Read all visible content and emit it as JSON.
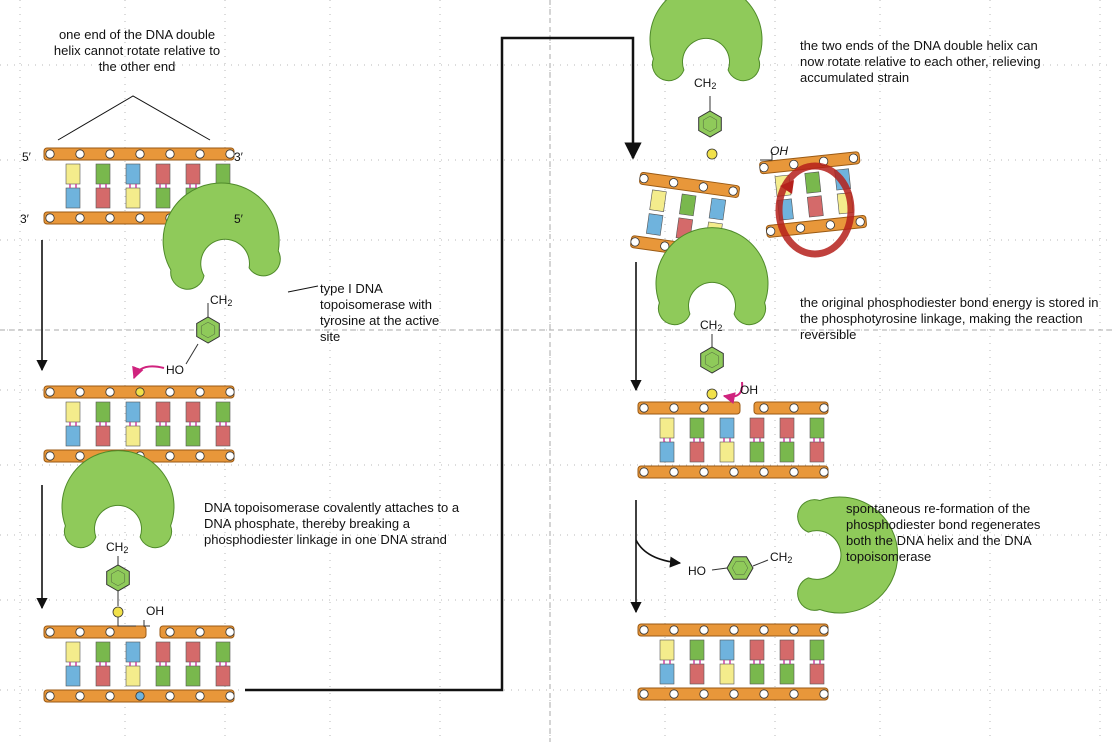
{
  "captions": {
    "step1": "one end of the DNA double helix cannot rotate relative to the other end",
    "enzyme": "type I DNA topoisomerase with tyrosine at the active site",
    "step3": "DNA topoisomerase covalently attaches to a DNA phosphate, thereby breaking a phosphodiester linkage in one DNA strand",
    "step4": "the two ends of the DNA double helix can now rotate relative to each other, relieving accumulated strain",
    "step5": "the original phosphodiester bond energy is stored in the phosphotyrosine linkage, making the reaction reversible",
    "step6": "spontaneous re-formation of the phosphodiester bond regenerates both the DNA helix and the DNA topoisomerase"
  },
  "strand_ends": {
    "five_prime": "5′",
    "three_prime": "3′"
  },
  "chem": {
    "ch2": "CH",
    "ch2_sub": "2",
    "ho": "HO",
    "oh": "OH"
  },
  "colors": {
    "backbone": "#e8973a",
    "backbone_edge": "#9a5a14",
    "enzyme": "#8fca5a",
    "enzyme_edge": "#4f8a2a",
    "phosphate_link": "#f1e14a",
    "attack_arrow": "#d0237e",
    "rotation_arrow": "#b5201b",
    "base_blue": "#6fb3dd",
    "base_yellow": "#f4ec8c",
    "base_green": "#79b84d",
    "base_red": "#d46a6a"
  },
  "base_pairs": [
    [
      "yellow",
      "blue"
    ],
    [
      "green",
      "red"
    ],
    [
      "blue",
      "yellow"
    ],
    [
      "red",
      "green"
    ],
    [
      "red",
      "green"
    ],
    [
      "green",
      "red"
    ]
  ]
}
